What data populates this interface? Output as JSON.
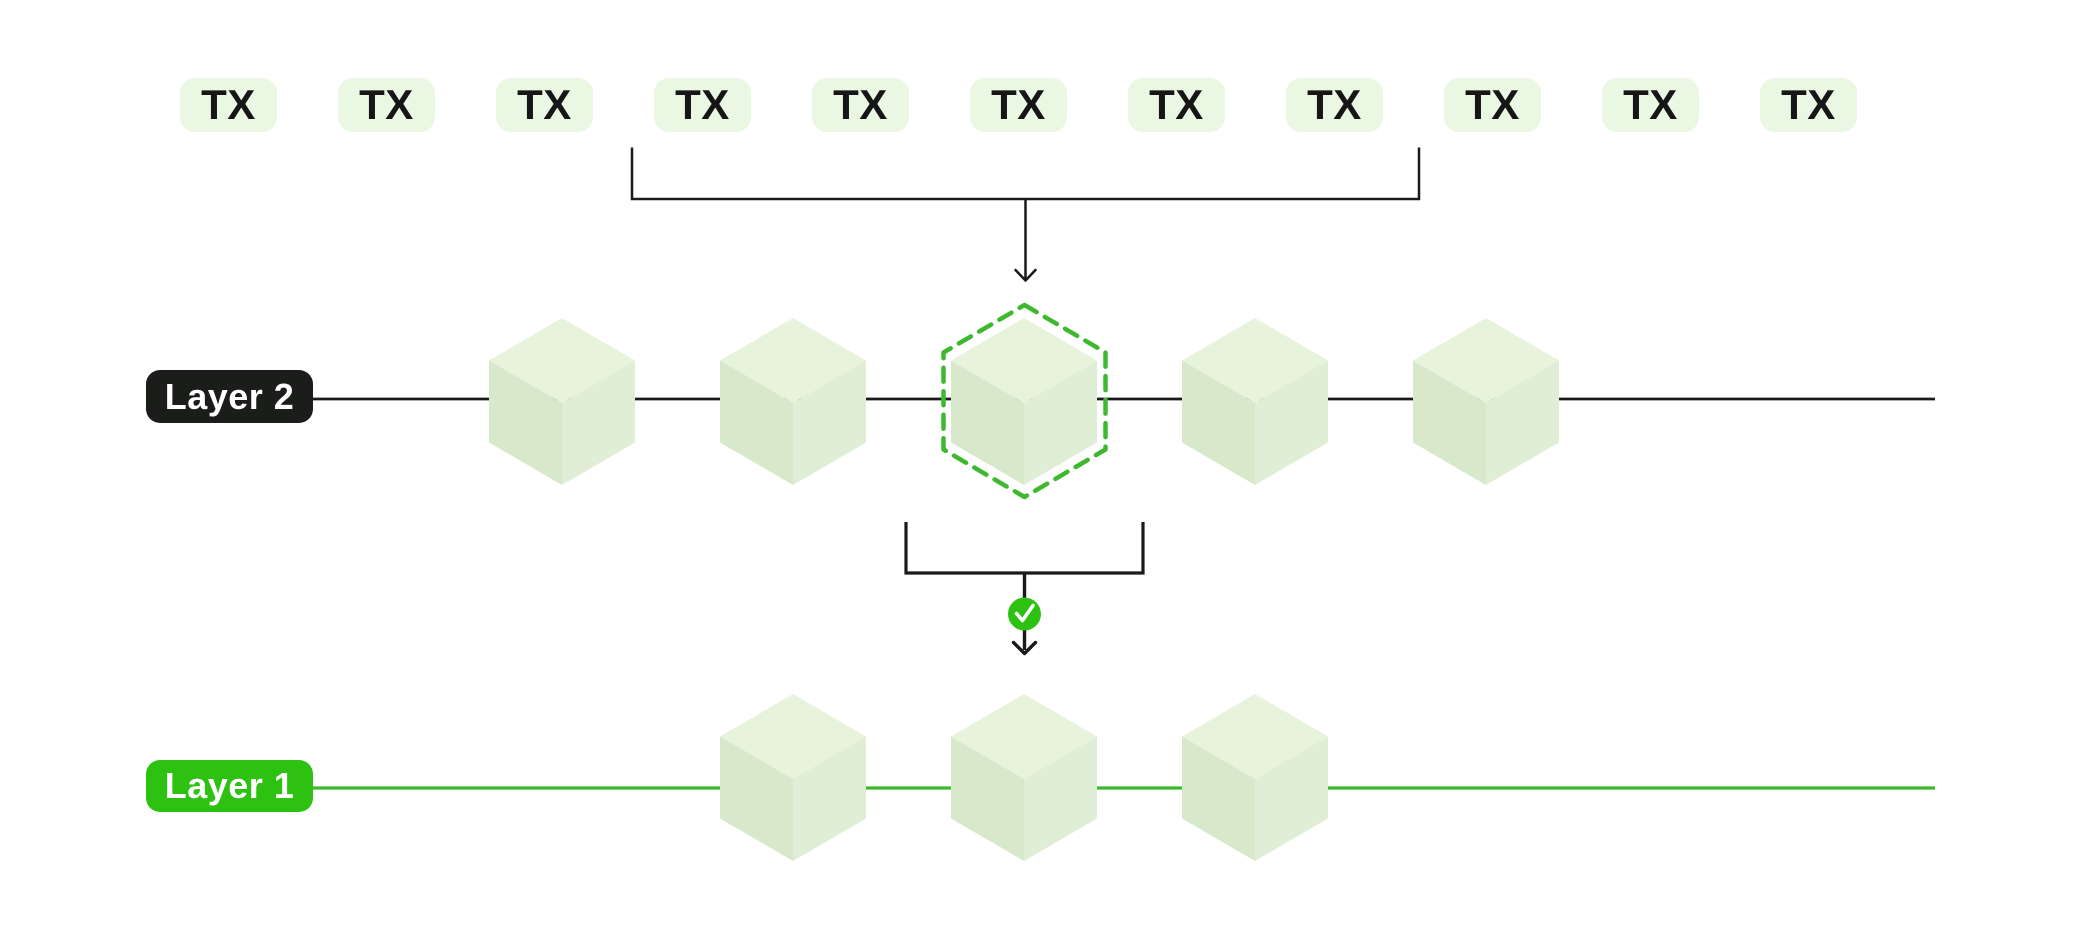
{
  "tx_row": {
    "items": [
      {
        "label": "TX"
      },
      {
        "label": "TX"
      },
      {
        "label": "TX"
      },
      {
        "label": "TX"
      },
      {
        "label": "TX"
      },
      {
        "label": "TX"
      },
      {
        "label": "TX"
      },
      {
        "label": "TX"
      },
      {
        "label": "TX"
      },
      {
        "label": "TX"
      },
      {
        "label": "TX"
      }
    ]
  },
  "layer2": {
    "label": "Layer 2",
    "block_count": 5
  },
  "layer1": {
    "label": "Layer 1",
    "block_count": 3
  },
  "icons": {
    "verification": "check-circle-icon",
    "batch_arrow": "arrow-down-icon",
    "commit_arrow": "arrow-down-icon"
  },
  "colors": {
    "background": "#FFFFFF",
    "tx_badge_bg": "#EAF7E2",
    "tx_badge_text": "#161616",
    "line_black": "#1A1A1A",
    "layer2_badge_bg": "#1B1D1B",
    "layer1_badge_bg": "#2DC212",
    "layer_badge_text": "#FFFFFF",
    "check_circle": "#2DC212",
    "green_line": "#3EB92F",
    "cube_top": "#E7F4DB",
    "cube_left": "#D7E9CA",
    "cube_right": "#DFEED4"
  }
}
